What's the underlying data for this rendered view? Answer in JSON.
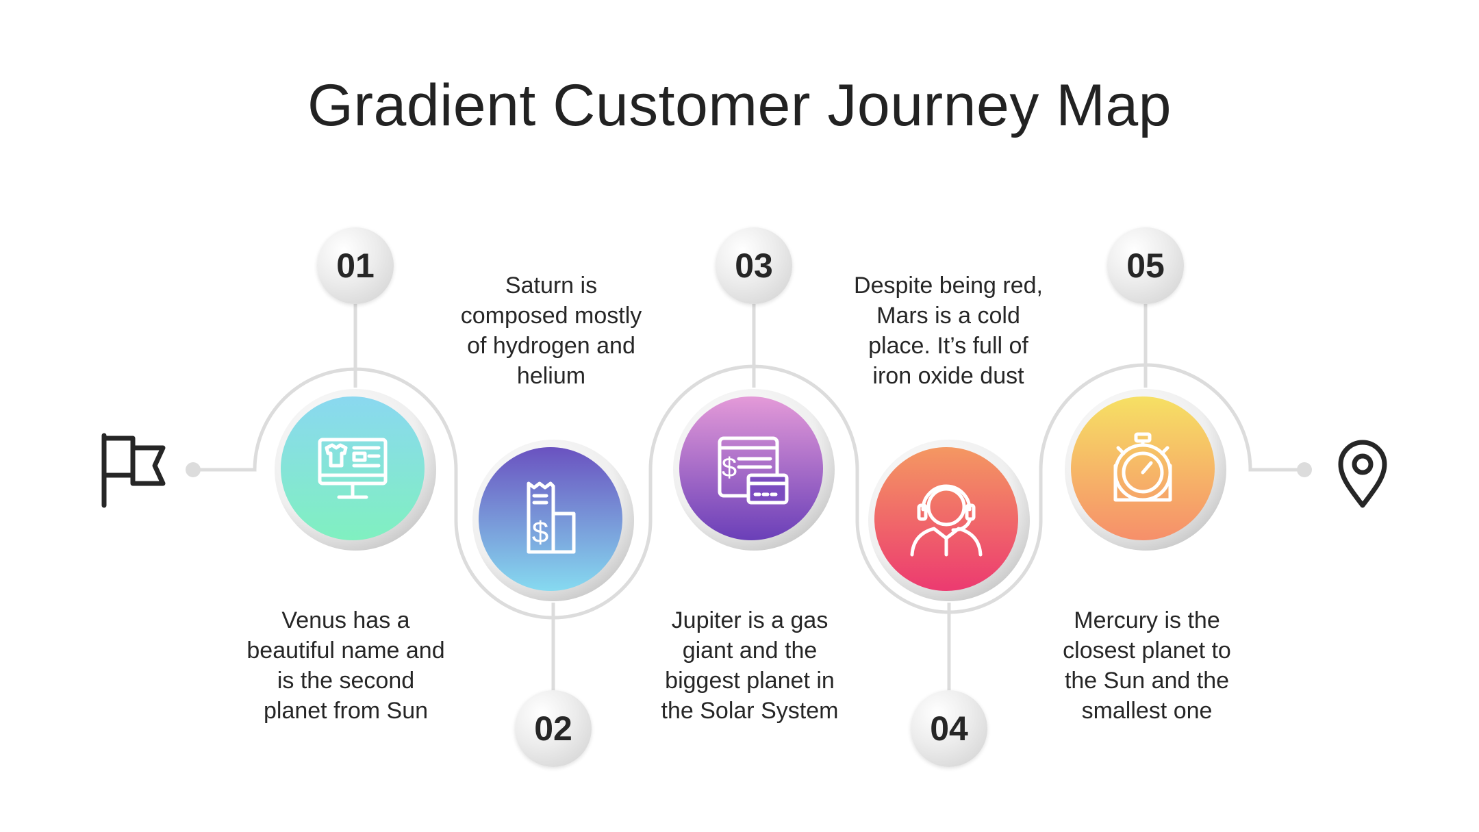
{
  "title": "Gradient Customer Journey Map",
  "steps": [
    {
      "number": "01",
      "lines": [
        "Venus has a",
        "beautiful name and",
        "is the second",
        "planet from Sun"
      ],
      "icon": "computer-shop-icon",
      "gradient": [
        "#8ad8f0",
        "#80f0c0"
      ]
    },
    {
      "number": "02",
      "lines": [
        "Saturn is",
        "composed mostly",
        "of hydrogen and",
        "helium"
      ],
      "icon": "receipt-dollar-icon",
      "gradient": [
        "#6a52c0",
        "#86daf0"
      ]
    },
    {
      "number": "03",
      "lines": [
        "Jupiter is a gas",
        "giant and the",
        "biggest planet in",
        "the Solar System"
      ],
      "icon": "invoice-card-icon",
      "gradient": [
        "#e49ad8",
        "#6a3fb8"
      ]
    },
    {
      "number": "04",
      "lines": [
        "Despite being red,",
        "Mars is a cold",
        "place. It’s full of",
        "iron oxide dust"
      ],
      "icon": "support-agent-icon",
      "gradient": [
        "#f49862",
        "#ec3a70"
      ]
    },
    {
      "number": "05",
      "lines": [
        "Mercury is the",
        "closest planet to",
        "the Sun and the",
        "smallest one"
      ],
      "icon": "stopwatch-icon",
      "gradient": [
        "#f6e064",
        "#f68f6a"
      ]
    }
  ],
  "start_icon": "flag-icon",
  "end_icon": "location-pin-icon",
  "colors": {
    "track": "#dcdcdc",
    "icon_line": "#ffffff",
    "text": "#262626"
  }
}
